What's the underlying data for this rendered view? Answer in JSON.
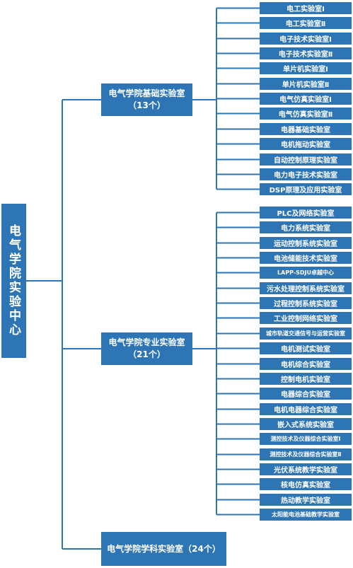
{
  "colors": {
    "box": "#2e75b6",
    "line": "#2e75b6",
    "text": "#ffffff"
  },
  "root": {
    "label": "电气学院实验中心"
  },
  "groups": [
    {
      "name": "电气学院基础实验室",
      "count": "（13个）",
      "children": [
        "电工实验室Ⅰ",
        "电工实验室Ⅱ",
        "电子技术实验室Ⅰ",
        "电子技术实验室Ⅱ",
        "单片机实验室Ⅰ",
        "单片机实验室Ⅱ",
        "电气仿真实验室Ⅰ",
        "电气仿真实验室Ⅱ",
        "电器基础实验室",
        "电机拖动实验室",
        "自动控制原理实验室",
        "电力电子技术实验室",
        "DSP原理及应用实验室"
      ]
    },
    {
      "name": "电气学院专业实验室",
      "count": "（21个）",
      "children": [
        "PLC及网络实验室",
        "电力系统实验室",
        "运动控制系统实验室",
        "电池储能技术实验室",
        "LAPP-SDJU卓越中心",
        "污水处理控制系统实验室",
        "过程控制系统实验室",
        "工业控制网络实验室",
        "城市轨道交通信号与运营实验室",
        "电机测试实验室",
        "电机综合实验室",
        "控制电机实验室",
        "电器综合实验室",
        "电机电器综合实验室",
        "嵌入式系统实验室",
        "测控技术及仪器综合实验室Ⅰ",
        "测控技术及仪器综合实验室Ⅱ",
        "光伏系统教学实验室",
        "核电仿真实验室",
        "热动教学实验室",
        "太阳能电池基础教学实验室"
      ]
    },
    {
      "name": "电气学院学科实验室（24个）",
      "children": []
    }
  ]
}
